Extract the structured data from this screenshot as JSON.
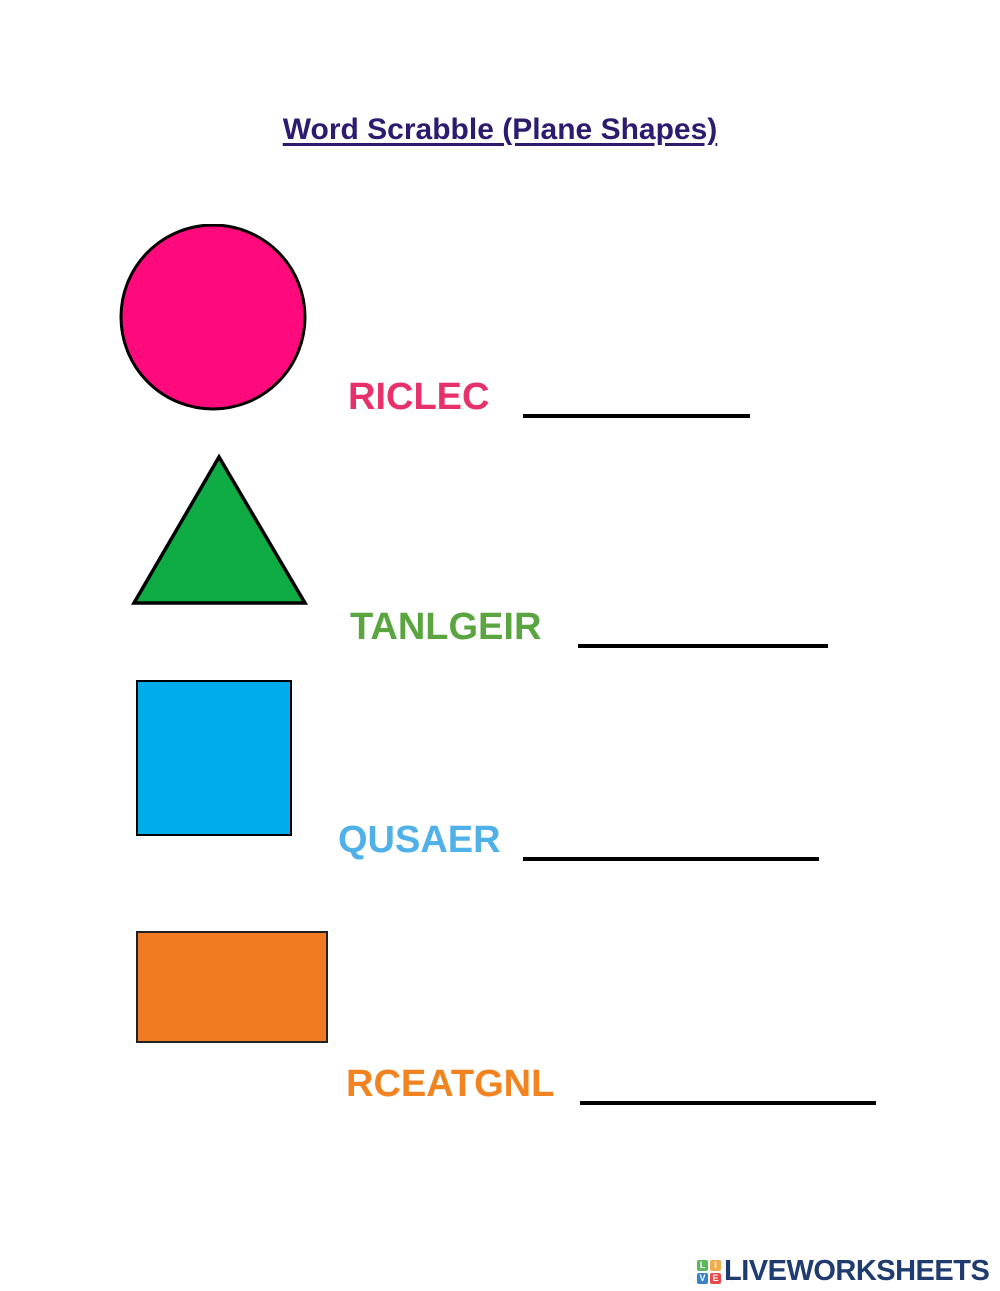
{
  "worksheet": {
    "title": "Word Scrabble (Plane Shapes)",
    "title_color": "#2e1a6e",
    "items": [
      {
        "shape": "circle",
        "shape_color": "#fe0a7d",
        "scrambled": "RICLEC",
        "text_color": "#e8306a",
        "answer": ""
      },
      {
        "shape": "triangle",
        "shape_color": "#0fac45",
        "scrambled": "TANLGEIR",
        "text_color": "#5aa53f",
        "answer": ""
      },
      {
        "shape": "square",
        "shape_color": "#00adea",
        "scrambled": "QUSAER",
        "text_color": "#4fb1e8",
        "answer": ""
      },
      {
        "shape": "rectangle",
        "shape_color": "#f17b22",
        "scrambled": "RCEATGNL",
        "text_color": "#f18420",
        "answer": ""
      }
    ]
  },
  "footer": {
    "logo_letters": [
      "L",
      "I",
      "V",
      "E"
    ],
    "logo_colors": [
      "#5cb85c",
      "#f0ad4e",
      "#3b82c4",
      "#e94b4b"
    ],
    "brand": "LIVEWORKSHEETS",
    "brand_color": "#1f3b6f"
  }
}
